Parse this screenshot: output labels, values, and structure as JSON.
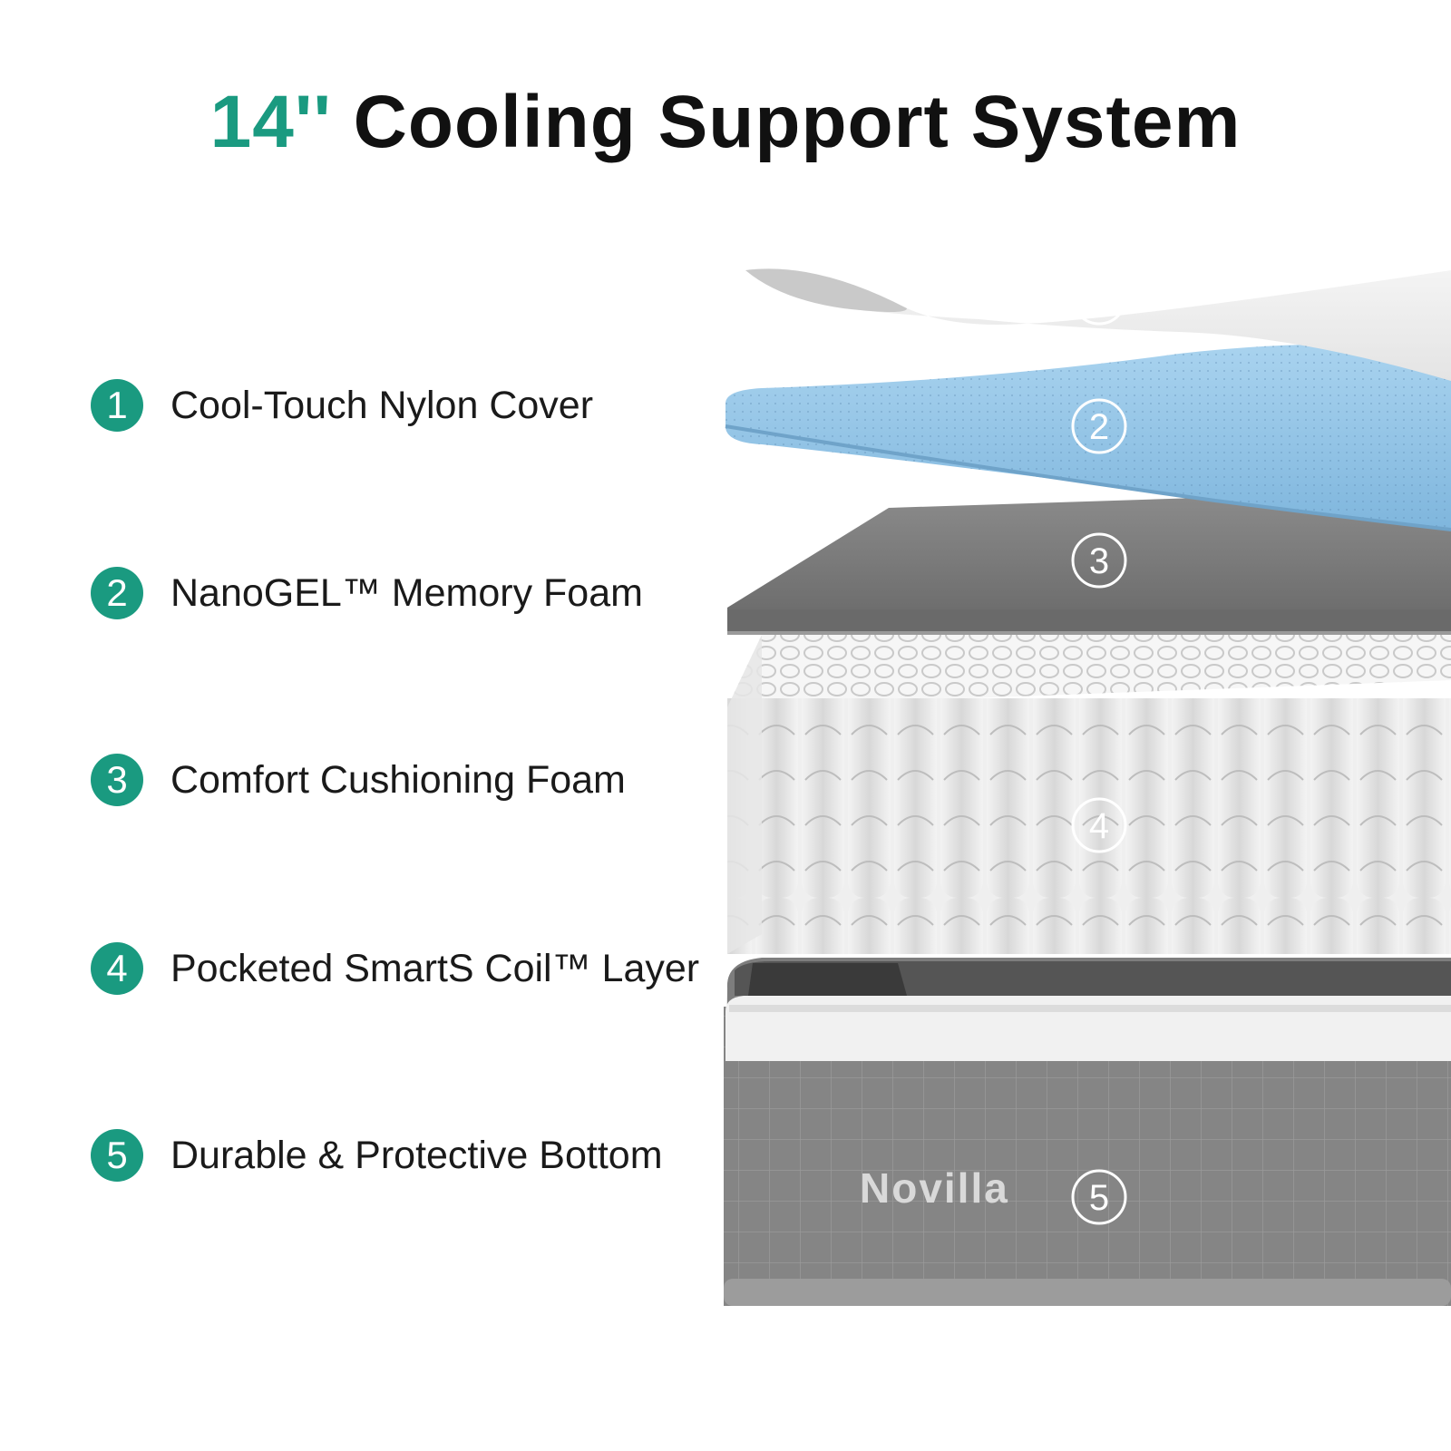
{
  "title": {
    "size": "14''",
    "text": "Cooling Support System"
  },
  "layers": [
    {
      "number": "1",
      "label": "Cool-Touch Nylon Cover"
    },
    {
      "number": "2",
      "label": "NanoGEL™ Memory Foam"
    },
    {
      "number": "3",
      "label": "Comfort Cushioning Foam"
    },
    {
      "number": "4",
      "label": "Pocketed SmartS Coil™ Layer"
    },
    {
      "number": "5",
      "label": "Durable & Protective Bottom"
    }
  ],
  "brand": "Novilla",
  "colors": {
    "accent": "#1a9a80",
    "gel_foam": "#8fc3e6",
    "comfort_foam": "#7b7b7b",
    "base_fabric": "#8a8a8a"
  }
}
